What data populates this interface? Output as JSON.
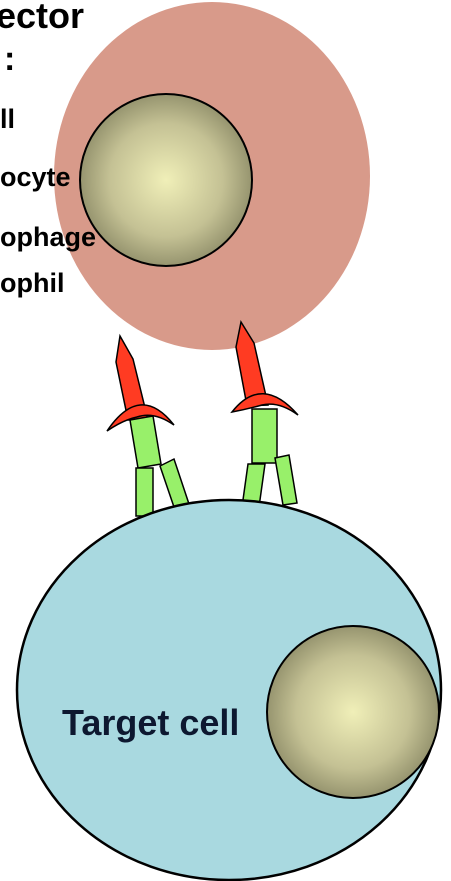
{
  "effector_cell": {
    "label_lines": [
      "ector",
      ":",
      "ll",
      "ocyte",
      "ophage",
      "ophil"
    ],
    "fill_color": "#d89a8a",
    "nucleus_color": "#b9b78a"
  },
  "antibodies": {
    "count": 2,
    "fc_color": "#ff3b22",
    "fab_color": "#98f06a"
  },
  "target_cell": {
    "label": "Target cell",
    "fill_color": "#a9d9e0",
    "nucleus_color": "#b9b78a"
  }
}
